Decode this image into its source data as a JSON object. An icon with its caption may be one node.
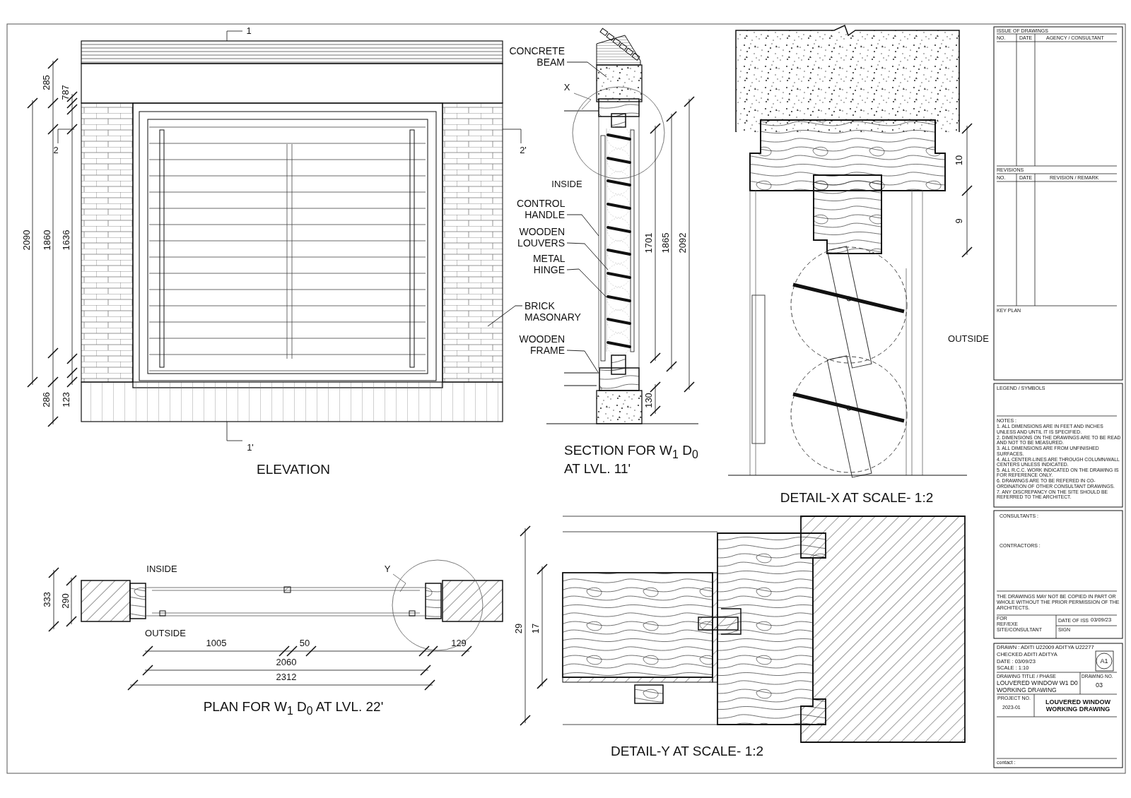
{
  "diagram": {
    "nodes": [
      {
        "text": [
          "CONCRETE BEAM"
        ]
      },
      {
        "text": [
          "CONTROL HANDLE"
        ]
      },
      {
        "text": [
          "WOODEN LOUVERS"
        ]
      },
      {
        "text": [
          "METAL HINGE"
        ]
      },
      {
        "text": [
          "BRICK MASONARY"
        ]
      },
      {
        "text": [
          "WOODEN FRAME"
        ]
      }
    ],
    "edges": [
      {
        "from": 0,
        "to": null,
        "arrow": "none"
      },
      {
        "from": 1,
        "to": null,
        "arrow": "none"
      },
      {
        "from": 2,
        "to": null,
        "arrow": "none"
      },
      {
        "from": 3,
        "to": null,
        "arrow": "none"
      },
      {
        "from": 4,
        "to": null,
        "arrow": "none"
      },
      {
        "from": 5,
        "to": null,
        "arrow": "none"
      }
    ],
    "labels": [
      "1",
      "285",
      "787",
      "2",
      "2'",
      "2090",
      "1860",
      "1636",
      "286",
      "123",
      "1'",
      "ELEVATION",
      "X",
      "INSIDE",
      "1701",
      "1865",
      "2092",
      "130",
      "SECTION FOR W$_{1}$ D$_{0}$ AT LVL. 11'",
      "10",
      "9",
      "OUTSIDE",
      "DETAIL-X AT SCALE- 1:2",
      "INSIDE",
      "Y",
      "333",
      "290",
      "OUTSIDE",
      "1005",
      "50",
      "129",
      "2060",
      "2312",
      "PLAN FOR W$_{1}$ D$_{0}$ AT LVL. 22'",
      "29",
      "17",
      "DETAIL-Y AT SCALE- 1:2",
      "ISSUE OF DRAWINGS",
      "NO.",
      "DATE",
      "AGENCY / CONSULTANT",
      "REVISIONS",
      "NO.",
      "DATE",
      "REVISION / REMARK",
      "KEY PLAN",
      "LEGEND / SYMBOLS",
      "NOTES :",
      "1. ALL DIMENSIONS ARE IN FEET AND INCHES UNLESS AND UNTIL IT IS SPECIFIED.",
      "2. DIMENSIONS ON THE DRAWINGS ARE TO BE READ AND NOT TO BE MEASURED.",
      "3. ALL DIMENSIONS ARE FROM UNFINISHED SURFACES.",
      "4. ALL CENTER-LINES ARE THROUGH COLUMN/WALL CENTERS UNLESS INDICATED.",
      "5. ALL R.C.C. WORK INDICATED ON THE DRAWING IS FOR REFERENCE ONLY.",
      "6. DRAWINGS ARE TO BE REFERED IN CO-ORDINATION OF OTHER CONSULTANT DRAWINGS.",
      "7. ANY DISCREPANCY ON THE SITE SHOULD BE REFERRED TO THE ARCHITECT.",
      "CONSULTANTS :",
      "CONTRACTORS :",
      "THE DRAWINGS MAY NOT BE COPIED IN PART OR WHOLE WITHOUT THE PRIOR PERMISSION OF THE ARCHITECTS.",
      "FOR",
      "REF/EXE",
      "SITE/CONSULTANT",
      "DATE OF ISS",
      "03/09/23",
      "SIGN",
      "DRAWN : ADITI U22009 ADITYA U22277",
      "CHECKED ADITI ADITYA",
      "DATE : 03/09/23",
      "SCALE : 1:10",
      "A1",
      "DRAWING TITLE / PHASE",
      "DRAWING NO.",
      "LOUVERED WINDOW W1 D0 WORKING DRAWING",
      "03",
      "PROJECT NO.",
      "2023-01",
      "LOUVERED WINDOW WORKING DRAWING",
      "contact :"
    ]
  }
}
